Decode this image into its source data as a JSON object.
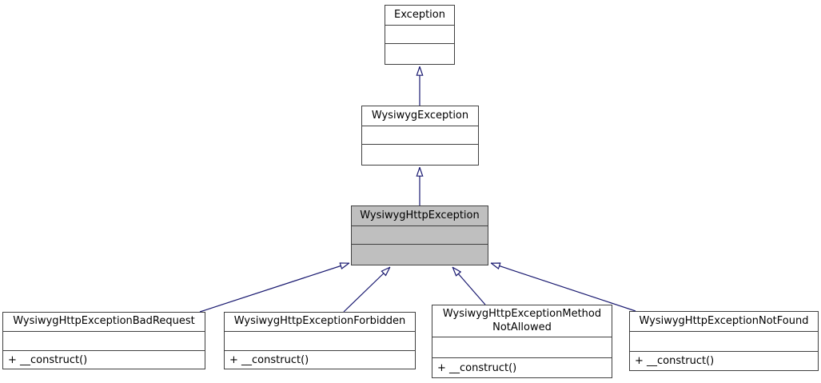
{
  "diagram": {
    "kind": "uml-class-inheritance-graph",
    "colors": {
      "background": "#ffffff",
      "node_border": "#404040",
      "node_fill": "#ffffff",
      "highlight_fill": "#bfbfbf",
      "edge": "#191970",
      "text": "#000000"
    },
    "arrow_style": "hollow-triangle",
    "nodes": [
      {
        "id": "exception",
        "label": "Exception",
        "highlighted": false,
        "methods": []
      },
      {
        "id": "wysiwyg-exception",
        "label": "WysiwygException",
        "highlighted": false,
        "methods": []
      },
      {
        "id": "wysiwyg-http-exception",
        "label": "WysiwygHttpException",
        "highlighted": true,
        "methods": []
      },
      {
        "id": "wysiwyg-http-exception-bad-request",
        "label": "WysiwygHttpExceptionBadRequest",
        "highlighted": false,
        "methods": [
          "+ __construct()"
        ]
      },
      {
        "id": "wysiwyg-http-exception-forbidden",
        "label": "WysiwygHttpExceptionForbidden",
        "highlighted": false,
        "methods": [
          "+ __construct()"
        ]
      },
      {
        "id": "wysiwyg-http-exception-method-not-allowed",
        "label": "WysiwygHttpExceptionMethodNotAllowed",
        "label_lines": [
          "WysiwygHttpExceptionMethod",
          "NotAllowed"
        ],
        "highlighted": false,
        "methods": [
          "+ __construct()"
        ]
      },
      {
        "id": "wysiwyg-http-exception-not-found",
        "label": "WysiwygHttpExceptionNotFound",
        "highlighted": false,
        "methods": [
          "+ __construct()"
        ]
      }
    ],
    "edges": [
      {
        "from": "WysiwygException",
        "to": "Exception",
        "type": "inheritance"
      },
      {
        "from": "WysiwygHttpException",
        "to": "WysiwygException",
        "type": "inheritance"
      },
      {
        "from": "WysiwygHttpExceptionBadRequest",
        "to": "WysiwygHttpException",
        "type": "inheritance"
      },
      {
        "from": "WysiwygHttpExceptionForbidden",
        "to": "WysiwygHttpException",
        "type": "inheritance"
      },
      {
        "from": "WysiwygHttpExceptionMethodNotAllowed",
        "to": "WysiwygHttpException",
        "type": "inheritance"
      },
      {
        "from": "WysiwygHttpExceptionNotFound",
        "to": "WysiwygHttpException",
        "type": "inheritance"
      }
    ]
  }
}
